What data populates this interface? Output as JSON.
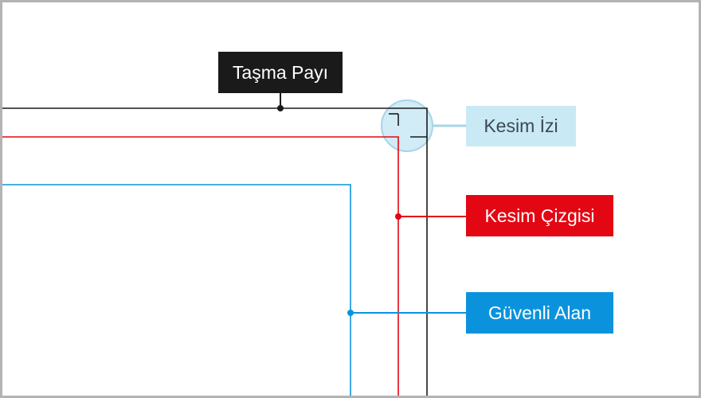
{
  "labels": {
    "bleed": "Taşma Payı",
    "crop_mark": "Kesim İzi",
    "trim_line": "Kesim Çizgisi",
    "safe_area": "Güvenli Alan"
  },
  "colors": {
    "bleed": "#1a1a1a",
    "crop_mark_fill": "#c9e9f4",
    "crop_mark_text": "#3a4a55",
    "trim_line": "#e30613",
    "safe_area": "#0a93dc",
    "frame_border": "#b3b3b3",
    "label_text_light": "#ffffff"
  }
}
